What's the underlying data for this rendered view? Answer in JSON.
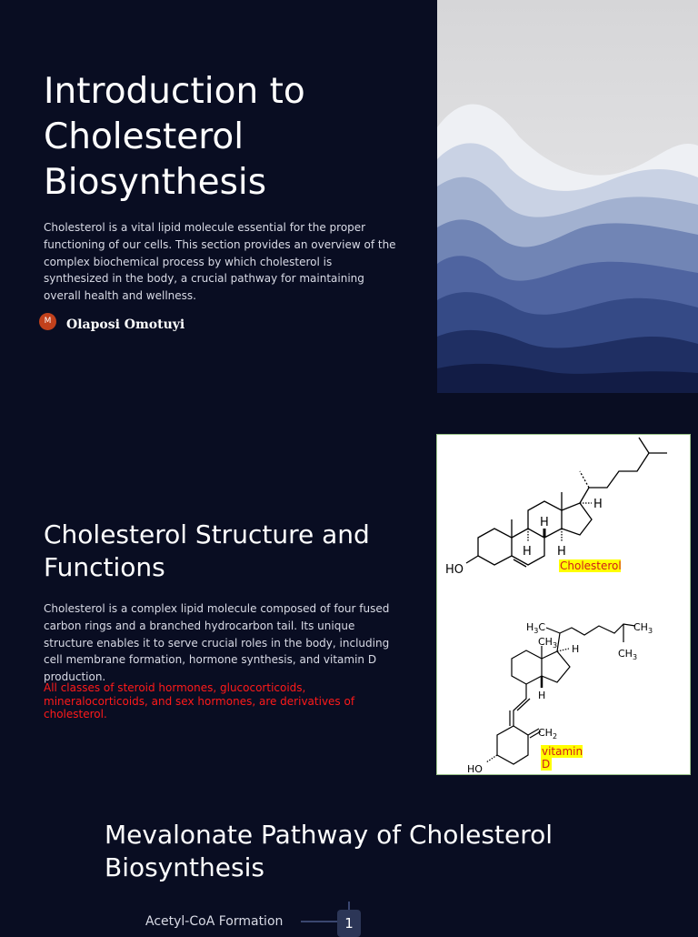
{
  "slide1": {
    "title": "Introduction to Cholesterol Biosynthesis",
    "description": "Cholesterol is a vital lipid molecule essential for the proper functioning of our cells. This section provides an overview of the complex biochemical process by which cholesterol is synthesized in the body, a crucial pathway for maintaining overall health and wellness.",
    "author_initial": "M",
    "author_name": "Olaposi Omotuyi"
  },
  "slide2": {
    "title": "Cholesterol Structure and Functions",
    "description": "Cholesterol is a complex lipid molecule composed of four fused carbon rings and a branched hydrocarbon tail. Its unique structure enables it to serve crucial roles in the body, including cell membrane formation, hormone synthesis, and vitamin D production.",
    "note": "All classes of steroid hormones, glucocorticoids, mineralocorticoids, and sex hormones, are derivatives of cholesterol.",
    "structure_labels": {
      "cholesterol": "Cholesterol",
      "vitamin_d_1": "vitamin",
      "vitamin_d_2": "D"
    },
    "atoms": {
      "ho": "HO",
      "h": "H",
      "h3c": "H",
      "ch3": "CH",
      "ch2": "CH",
      "sub3": "3",
      "sub2": "2"
    }
  },
  "slide3": {
    "title": "Mevalonate Pathway of Cholesterol Biosynthesis",
    "steps": [
      {
        "label": "Acetyl-CoA Formation",
        "number": "1"
      }
    ]
  },
  "colors": {
    "background": "#090d22",
    "note_red": "#ff1a1a",
    "highlight_yellow": "#ffff00",
    "avatar": "#c2411c"
  }
}
